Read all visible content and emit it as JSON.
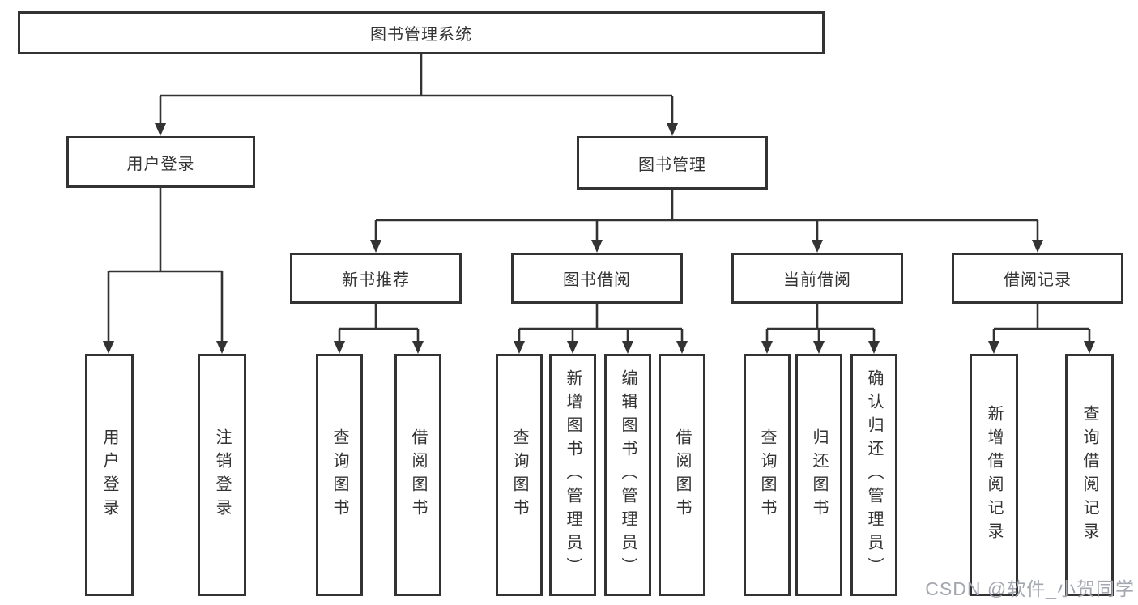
{
  "diagram": {
    "type": "hierarchy-tree",
    "root": {
      "label": "图书管理系统"
    },
    "branches": [
      {
        "label": "用户登录",
        "children": [
          {
            "label": "用户登录"
          },
          {
            "label": "注销登录"
          }
        ]
      },
      {
        "label": "图书管理",
        "children": [
          {
            "label": "新书推荐",
            "children": [
              {
                "label": "查询图书"
              },
              {
                "label": "借阅图书"
              }
            ]
          },
          {
            "label": "图书借阅",
            "children": [
              {
                "label": "查询图书"
              },
              {
                "label": "新增图书（管理员）"
              },
              {
                "label": "编辑图书（管理员）"
              },
              {
                "label": "借阅图书"
              }
            ]
          },
          {
            "label": "当前借阅",
            "children": [
              {
                "label": "查询图书"
              },
              {
                "label": "归还图书"
              },
              {
                "label": "确认归还（管理员）"
              }
            ]
          },
          {
            "label": "借阅记录",
            "children": [
              {
                "label": "新增借阅记录"
              },
              {
                "label": "查询借阅记录"
              }
            ]
          }
        ]
      }
    ]
  },
  "watermark": {
    "text": "CSDN @软件_小贺同学"
  },
  "colors": {
    "background": "#ffffff",
    "box_border": "#333333",
    "line": "#333333",
    "text": "#333333",
    "watermark": "#a4a7b0"
  }
}
